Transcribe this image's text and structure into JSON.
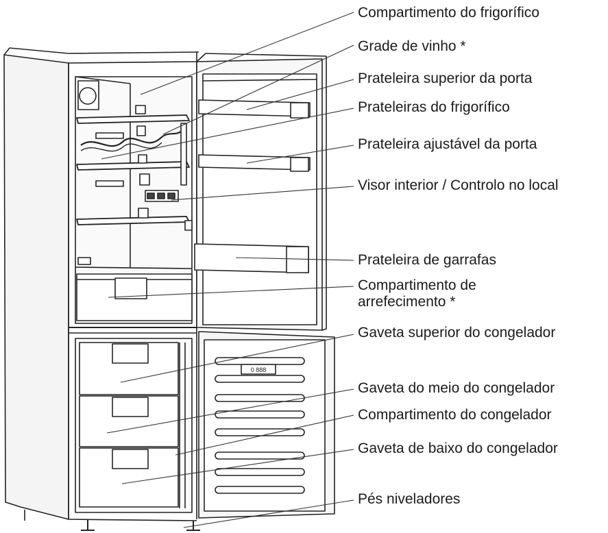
{
  "diagram": {
    "labels": [
      {
        "id": "fridge-compartment",
        "text": "Compartimento do frigorífico"
      },
      {
        "id": "wine-rack",
        "text": "Grade de vinho *"
      },
      {
        "id": "upper-door-shelf",
        "text": "Prateleira superior da porta"
      },
      {
        "id": "fridge-shelves",
        "text": "Prateleiras do frigorífico"
      },
      {
        "id": "adjustable-door-shelf",
        "text": "Prateleira ajustável da porta"
      },
      {
        "id": "interior-display",
        "text": "Visor interior / Controlo no local"
      },
      {
        "id": "bottle-shelf",
        "text": "Prateleira de garrafas"
      },
      {
        "id": "chiller-compartment",
        "text": "Compartimento de arrefecimento *"
      },
      {
        "id": "upper-freezer-drawer",
        "text": "Gaveta superior do congelador"
      },
      {
        "id": "middle-freezer-drawer",
        "text": "Gaveta do meio do congelador"
      },
      {
        "id": "freezer-compartment",
        "text": "Compartimento do congelador"
      },
      {
        "id": "lower-freezer-drawer",
        "text": "Gaveta de baixo do congelador"
      },
      {
        "id": "leveling-feet",
        "text": "Pés niveladores"
      }
    ],
    "door_display_text": "0 888"
  }
}
